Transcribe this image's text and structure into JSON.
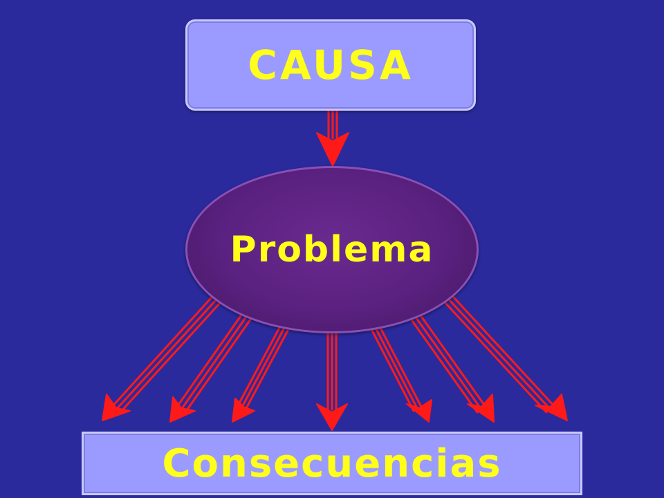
{
  "cause": {
    "label": "CAUSA"
  },
  "problem": {
    "label": "Problema"
  },
  "consequences": {
    "label": "Consecuencias"
  },
  "colors": {
    "background": "#2a2a9c",
    "box_fill": "#9b9bff",
    "ellipse_fill": "#5a2180",
    "text": "#ffff1a",
    "arrow": "#ff1a1a"
  }
}
